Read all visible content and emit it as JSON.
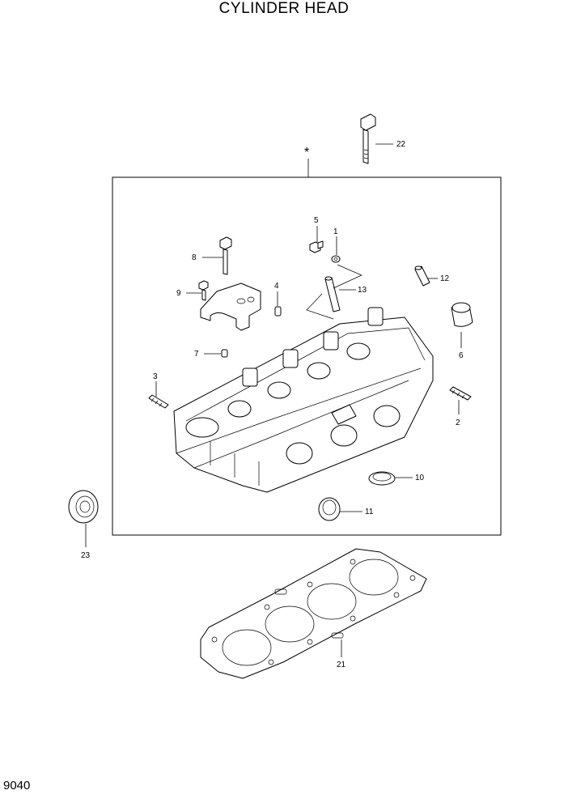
{
  "title": "CYLINDER HEAD",
  "page_code": "9040",
  "assembly_marker": "*",
  "callouts": {
    "p1": "1",
    "p2": "2",
    "p3": "3",
    "p4": "4",
    "p5": "5",
    "p6": "6",
    "p7": "7",
    "p8": "8",
    "p9": "9",
    "p10": "10",
    "p11": "11",
    "p12": "12",
    "p13": "13",
    "p21": "21",
    "p22": "22",
    "p23": "23"
  }
}
